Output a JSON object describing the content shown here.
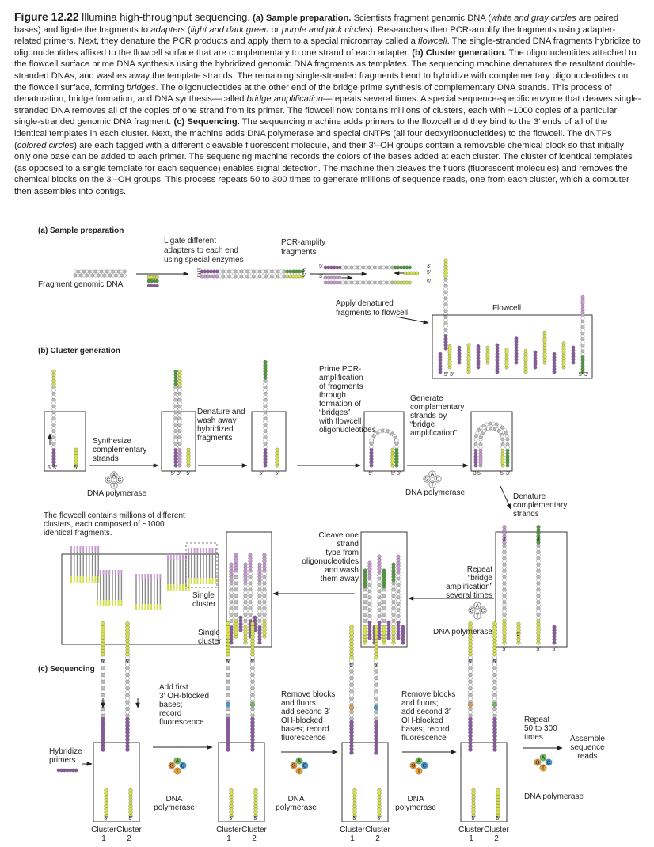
{
  "caption": {
    "figure_number": "Figure 12.22",
    "figure_title": "Illumina high-throughput sequencing.",
    "segments": [
      {
        "t": "(a) Sample preparation.",
        "s": "b"
      },
      {
        "t": " Scientists fragment genomic DNA (",
        "s": "n"
      },
      {
        "t": "white and gray circles",
        "s": "i"
      },
      {
        "t": " are paired bases) and ligate the fragments to ",
        "s": "n"
      },
      {
        "t": "adapters",
        "s": "i"
      },
      {
        "t": " (",
        "s": "n"
      },
      {
        "t": "light and dark green",
        "s": "i"
      },
      {
        "t": " or ",
        "s": "n"
      },
      {
        "t": "purple and pink circles",
        "s": "i"
      },
      {
        "t": "). Researchers then PCR-amplify the fragments using adapter-related primers. Next, they denature the PCR products and apply them to a special microarray called a ",
        "s": "n"
      },
      {
        "t": "flowcell",
        "s": "i"
      },
      {
        "t": ". The single-stranded DNA fragments hybridize to oligonucleotides affixed to the flowcell surface that are complementary to one strand of each adapter. ",
        "s": "n"
      },
      {
        "t": "(b) Cluster generation.",
        "s": "b"
      },
      {
        "t": " The oligonucleotides attached to the flowcell surface prime DNA synthesis using the hybridized genomic DNA fragments as templates. The sequencing machine denatures the resultant double-stranded DNAs, and washes away the template strands. The remaining single-stranded fragments bend to hybridize with complementary oligonucleotides on the flowcell surface, forming ",
        "s": "n"
      },
      {
        "t": "bridges",
        "s": "i"
      },
      {
        "t": ". The oligonucleotides at the other end of the bridge prime synthesis of complementary DNA strands. This process of denaturation, bridge formation, and DNA synthesis—called ",
        "s": "n"
      },
      {
        "t": "bridge amplification",
        "s": "i"
      },
      {
        "t": "—repeats several times. A special sequence-specific enzyme that cleaves single-stranded DNA removes all of the copies of one strand from its primer. The flowcell now contains millions of clusters, each with ~1000 copies of a particular single-stranded genomic DNA fragment. ",
        "s": "n"
      },
      {
        "t": "(c) Sequencing.",
        "s": "b"
      },
      {
        "t": " The sequencing machine adds primers to the flowcell and they bind to the 3′ ends of all of the identical templates in each cluster. Next, the machine adds DNA polymerase and special dNTPs (all four deoxyribonucletides) to the flowcell. The dNTPs (",
        "s": "n"
      },
      {
        "t": "colored circles",
        "s": "i"
      },
      {
        "t": ") are each tagged with a different cleavable fluorescent molecule, and their 3′–OH groups contain a removable chemical block so that initially only one base can be added to each primer. The sequencing machine records the colors of the bases added at each cluster. The cluster of identical templates (as opposed to a single template for each sequence) enables signal detection. The machine then cleaves the fluors (fluorescent molecules) and removes the chemical blocks on the 3′–OH groups. This process repeats 50 to 300 times to generate millions of sequence reads, one from each cluster, which a computer then assembles into contigs.",
        "s": "n"
      }
    ]
  },
  "panels": {
    "a": {
      "header": "(a) Sample preparation",
      "fragment_label": "Fragment genomic DNA",
      "ligate_label": [
        "Ligate different",
        "adapters to each end",
        "using special enzymes"
      ],
      "pcr_label": [
        "PCR-amplify",
        "fragments"
      ],
      "apply_label": [
        "Apply denatured",
        "fragments to flowcell"
      ],
      "flowcell_label": "Flowcell"
    },
    "b": {
      "header": "(b) Cluster generation",
      "synthesize_label": [
        "Synthesize",
        "complementary",
        "strands"
      ],
      "denature_label": [
        "Denature and",
        "wash away",
        "hybridized",
        "fragments"
      ],
      "prime_label": [
        "Prime PCR-",
        "amplification",
        "of fragments",
        "through",
        "formation of",
        "“bridges”",
        "with flowcell",
        "oligonucleotides"
      ],
      "generate_label": [
        "Generate",
        "complementary",
        "strands by",
        "“bridge",
        "amplification”"
      ],
      "denature2_label": [
        "Denature",
        "complementary",
        "strands"
      ],
      "repeat_label": [
        "Repeat",
        "“bridge",
        "amplification”",
        "several times"
      ],
      "cleave_label": [
        "Cleave one",
        "strand",
        "type from",
        "oligonucleotides",
        "and wash",
        "them away"
      ],
      "millions_label": [
        "The flowcell contains millions of different",
        "clusters, each composed of ~1000",
        "identical fragments."
      ],
      "single_cluster_label": [
        "Single",
        "cluster"
      ],
      "polymerase_label": "DNA polymerase"
    },
    "c": {
      "header": "(c) Sequencing",
      "hybridize_label": [
        "Hybridize",
        "primers"
      ],
      "add_first_label": [
        "Add first",
        "3′ OH-blocked",
        "bases;",
        "record",
        "fluorescence"
      ],
      "remove1_label": [
        "Remove blocks",
        "and fluors;",
        "add second 3′",
        "OH-blocked",
        "bases; record",
        "fluorescence"
      ],
      "remove2_label": [
        "Remove blocks",
        "and fluors;",
        "add second 3′",
        "OH-blocked",
        "bases; record",
        "fluorescence"
      ],
      "repeat_label": [
        "Repeat",
        "50 to 300",
        "times"
      ],
      "assemble_label": [
        "Assemble",
        "sequence",
        "reads"
      ],
      "cluster1": [
        "Cluster",
        "1"
      ],
      "cluster2": [
        "Cluster",
        "2"
      ],
      "polymerase_label": [
        "DNA",
        "polymerase"
      ],
      "polymerase_inline": "DNA polymerase"
    },
    "end_labels": {
      "five": "5′",
      "three": "3′",
      "five_three": "5′ 3′",
      "three_five": "3′5′"
    },
    "nucleotides": [
      "G",
      "A",
      "T",
      "C"
    ]
  },
  "colors": {
    "purple": "#8a5a9e",
    "pink": "#c79ad0",
    "dark_green": "#4e9a3a",
    "light_green": "#d4df4c",
    "white_base": "#ffffff",
    "gray_base": "#bdbdbd",
    "nuc_G": "#e89a3c",
    "nuc_A": "#6cbd58",
    "nuc_T": "#f0a030",
    "nuc_C": "#3f9bd6"
  }
}
